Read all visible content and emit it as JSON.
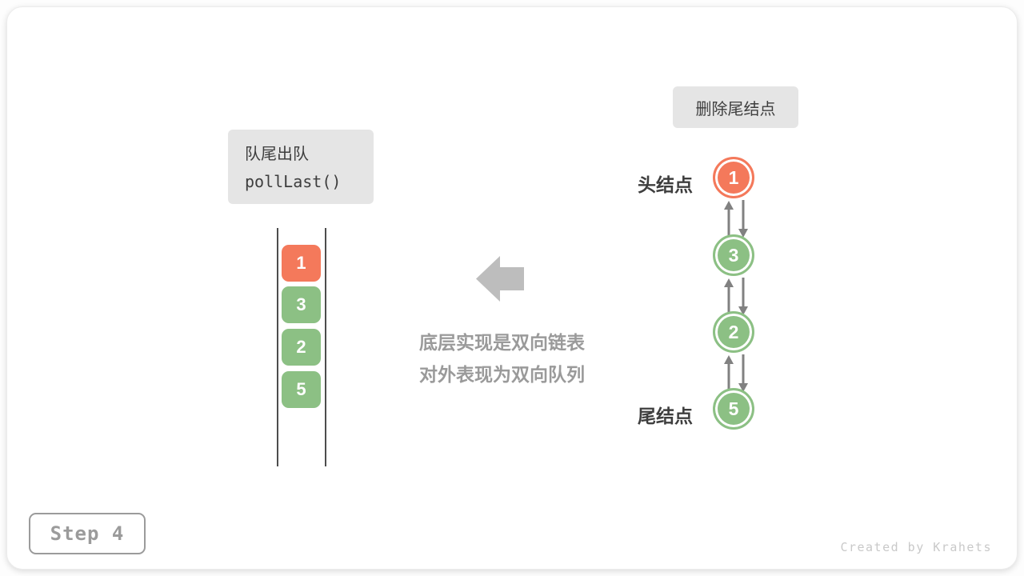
{
  "colors": {
    "orange": "#f4795b",
    "green": "#8cc084",
    "arrow_gray": "#818181",
    "block_arrow": "#bdbdbd",
    "label_bg": "#e5e5e5",
    "text_dark": "#3e3e3e",
    "note_gray": "#9a9a9a",
    "line_dark": "#4d4d4d",
    "step_gray": "#9b9b9b",
    "credit_gray": "#c9c9c9"
  },
  "left_panel": {
    "op_label": {
      "line1": "队尾出队",
      "line2": "pollLast()"
    },
    "deque_cells": [
      {
        "value": "1",
        "color": "orange"
      },
      {
        "value": "3",
        "color": "green"
      },
      {
        "value": "2",
        "color": "green"
      },
      {
        "value": "5",
        "color": "green"
      }
    ]
  },
  "center": {
    "note_line1": "底层实现是双向链表",
    "note_line2": "对外表现为双向队列"
  },
  "right_panel": {
    "action_label": "删除尾结点",
    "head_label": "头结点",
    "tail_label": "尾结点",
    "nodes": [
      {
        "value": "1",
        "color": "orange",
        "role": "head"
      },
      {
        "value": "3",
        "color": "green",
        "role": ""
      },
      {
        "value": "2",
        "color": "green",
        "role": ""
      },
      {
        "value": "5",
        "color": "green",
        "role": "tail"
      }
    ]
  },
  "footer": {
    "step_label": "Step 4",
    "credit": "Created by Krahets"
  }
}
